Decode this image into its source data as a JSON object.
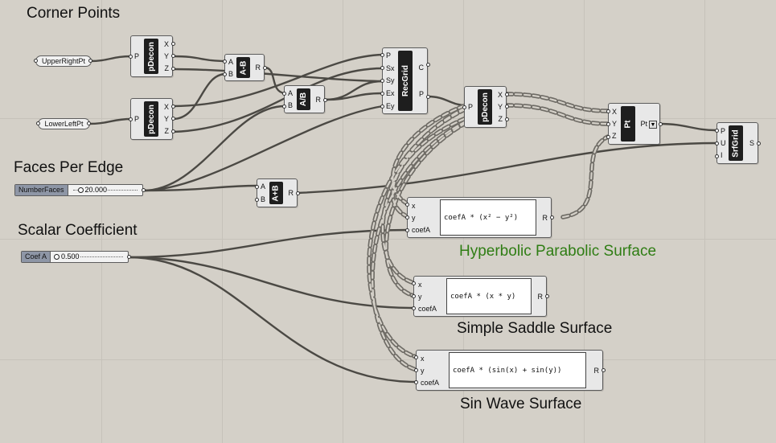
{
  "groups": {
    "corner_points": "Corner Points",
    "faces_per_edge": "Faces Per Edge",
    "scalar_coefficient": "Scalar Coefficient",
    "hyperbolic": "Hyperbolic Parabolic Surface",
    "saddle": "Simple Saddle Surface",
    "sinwave": "Sin Wave Surface"
  },
  "params": {
    "upper_right": "UpperRightPt",
    "lower_left": "LowerLeftPt"
  },
  "sliders": {
    "faces": {
      "name": "NumberFaces",
      "value": "20.000"
    },
    "coef": {
      "name": "Coef A",
      "value": "0.500"
    }
  },
  "components": {
    "pdecon_top": {
      "name": "pDecon",
      "inputs": [
        "P"
      ],
      "outputs": [
        "X",
        "Y",
        "Z"
      ]
    },
    "pdecon_bottom": {
      "name": "pDecon",
      "inputs": [
        "P"
      ],
      "outputs": [
        "X",
        "Y",
        "Z"
      ]
    },
    "subtract": {
      "name": "A-B",
      "inputs": [
        "A",
        "B"
      ],
      "outputs": [
        "R"
      ]
    },
    "divide": {
      "name": "A/B",
      "inputs": [
        "A",
        "B"
      ],
      "outputs": [
        "R"
      ]
    },
    "add": {
      "name": "A+B",
      "inputs": [
        "A",
        "B"
      ],
      "outputs": [
        "R"
      ]
    },
    "recgrid": {
      "name": "RecGrid",
      "inputs": [
        "P",
        "Sx",
        "Sy",
        "Ex",
        "Ey"
      ],
      "outputs": [
        "C",
        "P"
      ]
    },
    "pdecon_grid": {
      "name": "pDecon",
      "inputs": [
        "P"
      ],
      "outputs": [
        "X",
        "Y",
        "Z"
      ]
    },
    "pt": {
      "name": "Pt",
      "inputs": [
        "X",
        "Y",
        "Z"
      ],
      "outputs": [
        "Pt"
      ]
    },
    "srfgrid": {
      "name": "SrfGrid",
      "inputs": [
        "P",
        "U",
        "I"
      ],
      "outputs": [
        "S"
      ]
    }
  },
  "expressions": {
    "hyperbolic": {
      "inputs": [
        "x",
        "y",
        "coefA"
      ],
      "expr": "coefA * (x² − y²)",
      "output": "R"
    },
    "saddle": {
      "inputs": [
        "x",
        "y",
        "coefA"
      ],
      "expr": "coefA * (x * y)",
      "output": "R"
    },
    "sinwave": {
      "inputs": [
        "x",
        "y",
        "coefA"
      ],
      "expr": "coefA * (sin(x) + sin(y))",
      "output": "R"
    }
  },
  "colors": {
    "canvas": "#d4d0c8",
    "group_label_green": "#2f7d14",
    "slider_name": "#8e96a6"
  }
}
